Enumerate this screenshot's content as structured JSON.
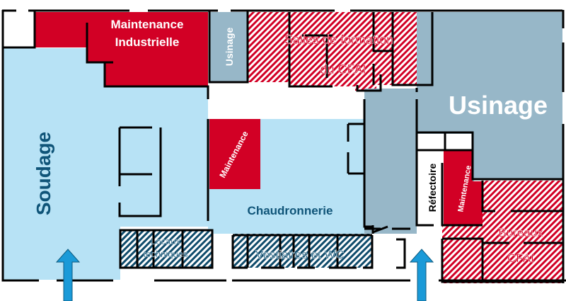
{
  "title": "Plan des ateliers",
  "colors": {
    "soudage": "#b7e2f5",
    "usinage": "#97b7c8",
    "maintenance": "#d20025",
    "cfai_hatch": "#d20025",
    "vestiaires_hatch": "#0f4b6b",
    "wall": "#000000",
    "arrow": "#1a9ad8",
    "dark_text": "#0f5478",
    "white_text": "#ffffff"
  },
  "rooms": {
    "maintenance_industrielle": {
      "line1": "Maintenance",
      "line2": "Industrielle"
    },
    "usinage_small": {
      "label": "Usinage"
    },
    "salles_formation": {
      "line1": "Salles de  formation",
      "line2": "du CFAI"
    },
    "usinage_large": {
      "label": "Usinage"
    },
    "soudage": {
      "label": "Soudage"
    },
    "maintenance_center": {
      "label": "Maintenance"
    },
    "chaudronnerie": {
      "label": "Chaudronnerie"
    },
    "refectoire": {
      "label": "Réfectoire"
    },
    "maintenance_right": {
      "label": "Maintenance"
    },
    "bureaux_cfai": {
      "line1": "Bureaux",
      "line2": "CFAI"
    },
    "locaux_techniques": {
      "line1": "Locaux",
      "line2": "techniques"
    },
    "vestiaires": {
      "label": "Vestiaires et WC"
    }
  },
  "entrances": [
    {
      "name": "entrance-soudage",
      "icon": "arrow-up-icon"
    },
    {
      "name": "entrance-main",
      "icon": "arrow-up-icon"
    }
  ]
}
